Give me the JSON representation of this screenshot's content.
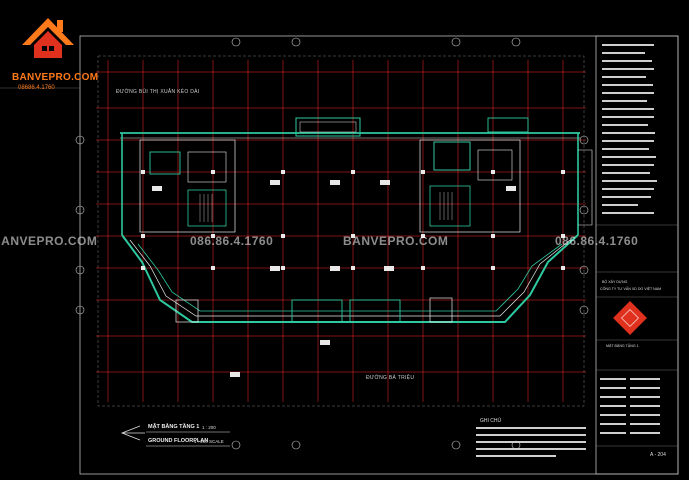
{
  "logo": {
    "brand": "BANVEPRO.COM",
    "phone": "08686.4.1760",
    "house_icon": "house-roof-icon",
    "colors": {
      "orange": "#ff7a1a",
      "red": "#e0301e"
    }
  },
  "watermarks": [
    "BANVEPRO.COM",
    "086.86.4.1760",
    "BANVEPRO.COM",
    "086.86.4.1760"
  ],
  "plan": {
    "road_top": "ĐƯỜNG BÙI THỊ XUÂN KÉO DÀI",
    "road_bottom": "ĐƯỜNG BÀ TRIỆU",
    "title_vn": "MẶT BẰNG TẦNG 1",
    "title_en": "GROUND FLOORPLAN",
    "scale_vn": "1 : 200",
    "scale_en": "1 : 200 SCALE",
    "notes_heading": "GHI CHÚ",
    "north_arrow_icon": "north-arrow-icon"
  },
  "title_block": {
    "owner": "BỘ XÂY DỰNG",
    "company": "CÔNG TY TƯ VẤN XD DG VIỆT NAM",
    "drawing_name": "MẶT BẰNG TẦNG 1",
    "sheet_no": "A - 204",
    "stamp_icon": "company-stamp-icon"
  },
  "colors": {
    "background": "#000000",
    "grid_red": "#ff2a2a",
    "wall_green": "#2ec9a0",
    "wall_white": "#e8e8e8",
    "border": "#bbbbbb"
  }
}
